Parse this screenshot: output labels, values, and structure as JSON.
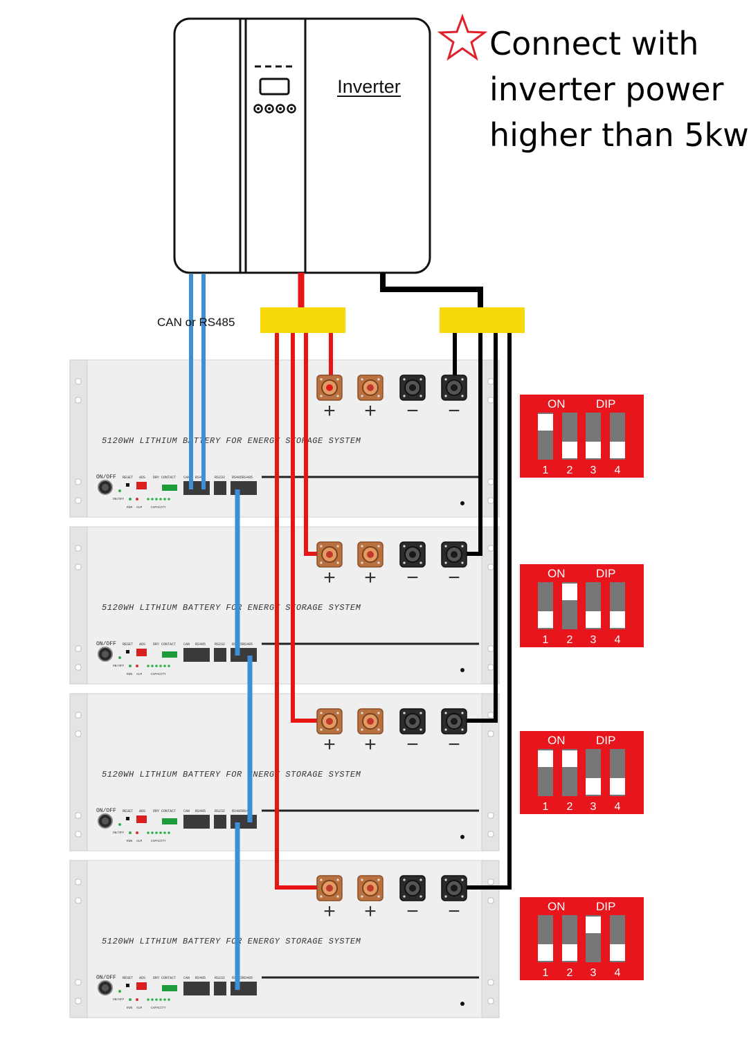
{
  "note": {
    "lines": [
      "Connect with",
      "inverter power",
      "higher than 5kw"
    ],
    "star_color": "#e0202a"
  },
  "inverter": {
    "label": "Inverter"
  },
  "comm_label": "CAN or RS485",
  "battery": {
    "title": "5120WH LITHIUM BATTERY FOR ENERGY STORAGE SYSTEM",
    "panel": {
      "onoff": "ON/OFF",
      "onoff_small": "ON/OFF",
      "reset": "RESET",
      "ads": "ADS",
      "dry_contact": "DRY CONTACT",
      "can": "CAN",
      "rs485": "RS485",
      "rs232": "RS232",
      "rs485_pair": "RS485RS485",
      "run": "RUN",
      "alm": "ALM",
      "capacity": "CAPACITY"
    },
    "terminal_plus": "+",
    "terminal_minus": "−"
  },
  "dip": {
    "on_label": "ON",
    "dip_label": "DIP",
    "numbers": [
      "1",
      "2",
      "3",
      "4"
    ],
    "settings": [
      [
        1,
        0,
        0,
        0
      ],
      [
        0,
        1,
        0,
        0
      ],
      [
        1,
        1,
        0,
        0
      ],
      [
        0,
        0,
        1,
        0
      ]
    ]
  },
  "colors": {
    "positive_cable": "#e81515",
    "negative_cable": "#000000",
    "comm_cable": "#3d8fd6",
    "busbar": "#f5d90a",
    "dip_bg": "#e8151d"
  }
}
